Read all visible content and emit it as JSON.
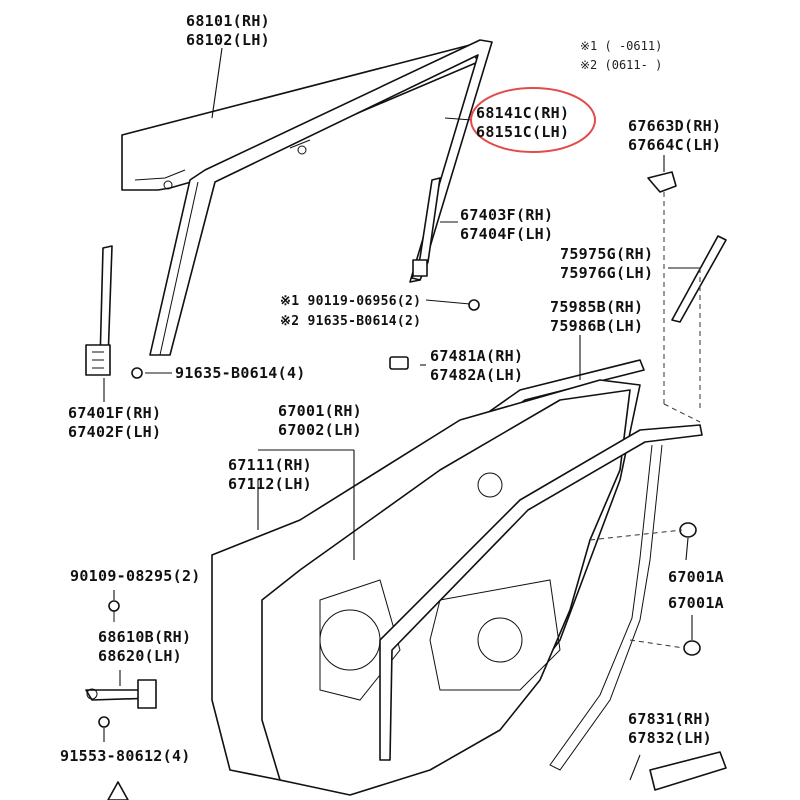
{
  "notes": {
    "n1": "※1 (    -0611)",
    "n2": "※2 (0611-    )"
  },
  "labels": {
    "glass_rh": "68101(RH)",
    "glass_lh": "68102(LH)",
    "run_rh": "68141C(RH)",
    "run_lh": "68151C(LH)",
    "mirror_rh": "67663D(RH)",
    "mirror_lh": "67664C(LH)",
    "rear_chan_rh": "67403F(RH)",
    "rear_chan_lh": "67404F(LH)",
    "bolt1": "※1 90119-06956(2)",
    "bolt2": "※2 91635-B0614(2)",
    "mold_rh": "75975G(RH)",
    "mold_lh": "75976G(LH)",
    "belt_rh": "75985B(RH)",
    "belt_lh": "75986B(LH)",
    "front_bolt": "91635-B0614(4)",
    "hole_rh": "67481A(RH)",
    "hole_lh": "67482A(LH)",
    "front_chan_rh": "67401F(RH)",
    "front_chan_lh": "67402F(LH)",
    "panel_rh": "67001(RH)",
    "panel_lh": "67002(LH)",
    "outer_rh": "67111(RH)",
    "outer_lh": "67112(LH)",
    "check_bolt": "90109-08295(2)",
    "plug_a": "67001A",
    "plug_b": "67001A",
    "check_rh": "68610B(RH)",
    "check_lh": "68620(LH)",
    "check_nut": "91553-80612(4)",
    "seal_rh": "67831(RH)",
    "seal_lh": "67832(LH)"
  },
  "highlight": {
    "color": "#e24b4b",
    "target": "68141C(RH) / 68151C(LH)"
  }
}
